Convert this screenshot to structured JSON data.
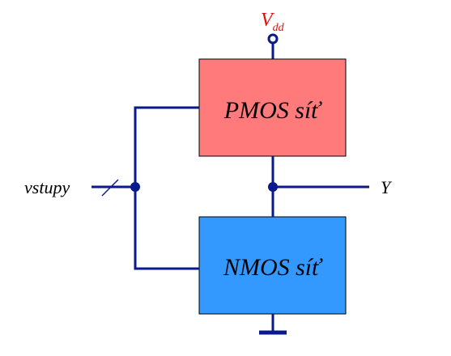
{
  "colors": {
    "wire": "#0a1a8c",
    "pmos_fill": "#ff7a7a",
    "nmos_fill": "#3399ff",
    "supply_label": "#dd1111"
  },
  "supply": {
    "label": "V",
    "subscript": "dd"
  },
  "blocks": {
    "pmos_label": "PMOS síť",
    "nmos_label": "NMOS síť"
  },
  "input": {
    "label": "vstupy"
  },
  "output": {
    "label": "Y"
  },
  "ground": {
    "icon": "ground-symbol-icon"
  }
}
